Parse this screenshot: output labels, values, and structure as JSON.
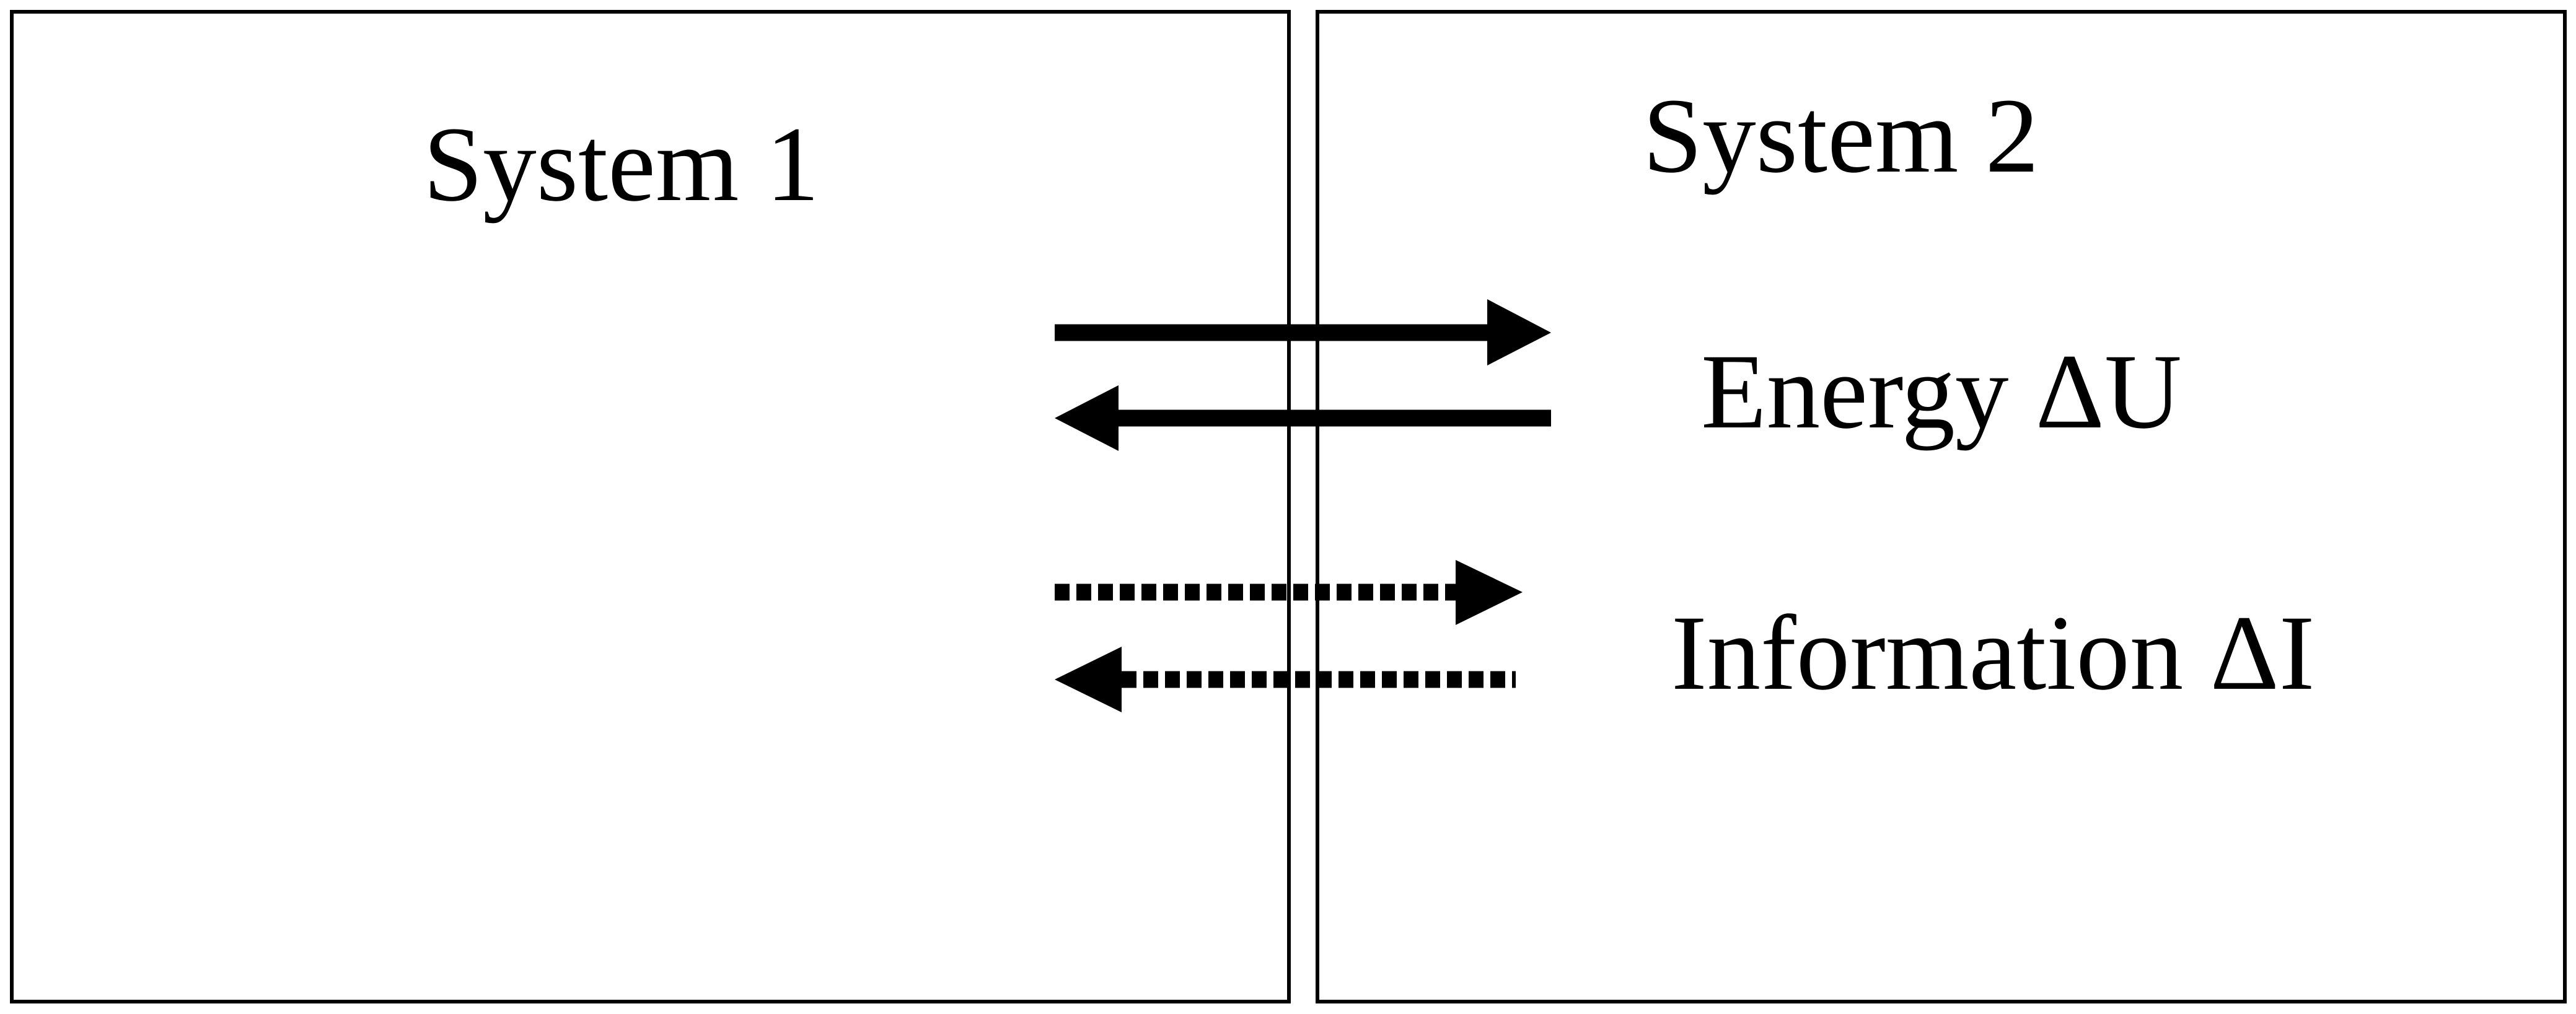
{
  "diagram": {
    "system1": {
      "label": "System 1"
    },
    "system2": {
      "label": "System 2"
    },
    "energy": {
      "label": "Energy ΔU"
    },
    "information": {
      "label": "Information ΔI"
    },
    "colors": {
      "stroke": "#000000",
      "background": "#ffffff"
    }
  }
}
